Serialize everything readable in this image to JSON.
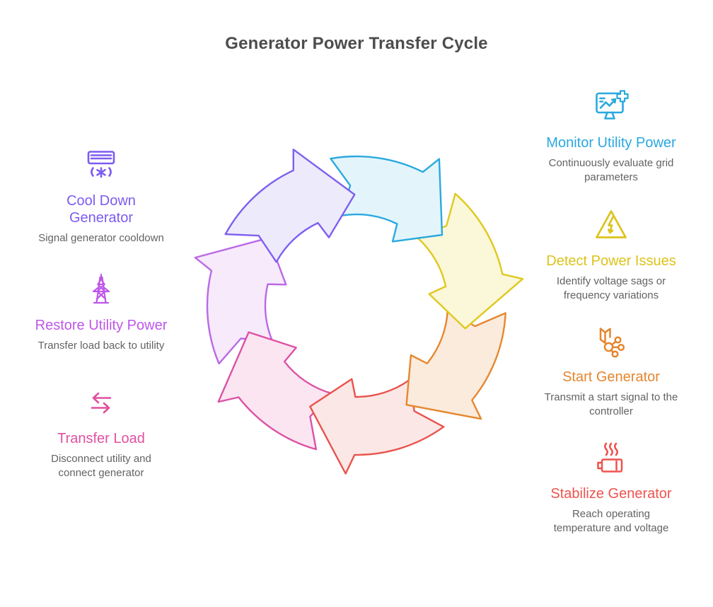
{
  "page": {
    "title": "Generator Power Transfer Cycle",
    "title_color": "#4D4D4D",
    "background": "#FFFFFF",
    "subtitle_color": "#636363"
  },
  "steps": {
    "left": [
      {
        "title": "Cool Down Generator",
        "subtitle": "Signal generator cooldown",
        "color": "#7C5BF0",
        "icon": "air-conditioner-cooling-icon"
      },
      {
        "title": "Restore Utility Power",
        "subtitle": "Transfer load back to utility",
        "color": "#BE57E9",
        "icon": "transmission-tower-icon"
      },
      {
        "title": "Transfer Load",
        "subtitle": "Disconnect utility and connect generator",
        "color": "#E0519F",
        "icon": "swap-arrows-icon"
      }
    ],
    "right": [
      {
        "title": "Monitor Utility Power",
        "subtitle": "Continuously evaluate grid parameters",
        "color": "#29A8DF",
        "icon": "monitor-chart-plus-icon"
      },
      {
        "title": "Detect Power Issues",
        "subtitle": "Identify voltage sags or frequency variations",
        "color": "#DCC31B",
        "icon": "warning-lightning-icon"
      },
      {
        "title": "Start Generator",
        "subtitle": "Transmit a start signal to the controller",
        "color": "#E5862E",
        "icon": "signal-network-icon"
      },
      {
        "title": "Stabilize Generator",
        "subtitle": "Reach operating temperature and voltage",
        "color": "#EE534F",
        "icon": "battery-heat-icon"
      }
    ]
  },
  "cycle": {
    "description": "Seven curved arrows forming a clockwise loop",
    "sweep_deg": 51.43,
    "arrows": [
      {
        "name": "restore-utility-arrow",
        "stroke": "#BB68E6",
        "fill": "#F6EAFB",
        "start_deg": 247.14
      },
      {
        "name": "transfer-load-arrow",
        "stroke": "#DC52A5",
        "fill": "#FAE5F1",
        "start_deg": 195.71
      },
      {
        "name": "stabilize-generator-arrow",
        "stroke": "#E9534E",
        "fill": "#FBE7E5",
        "start_deg": 144.29
      },
      {
        "name": "start-generator-arrow",
        "stroke": "#E6872F",
        "fill": "#FAEBDC",
        "start_deg": 92.86
      },
      {
        "name": "detect-power-arrow",
        "stroke": "#DFC91E",
        "fill": "#FBF7D9",
        "start_deg": 41.43
      },
      {
        "name": "monitor-utility-arrow",
        "stroke": "#2BA9DF",
        "fill": "#E3F5FB",
        "start_deg": 350
      },
      {
        "name": "cool-down-arrow",
        "stroke": "#7F5FEF",
        "fill": "#EDEAFB",
        "start_deg": 298.57
      }
    ]
  }
}
